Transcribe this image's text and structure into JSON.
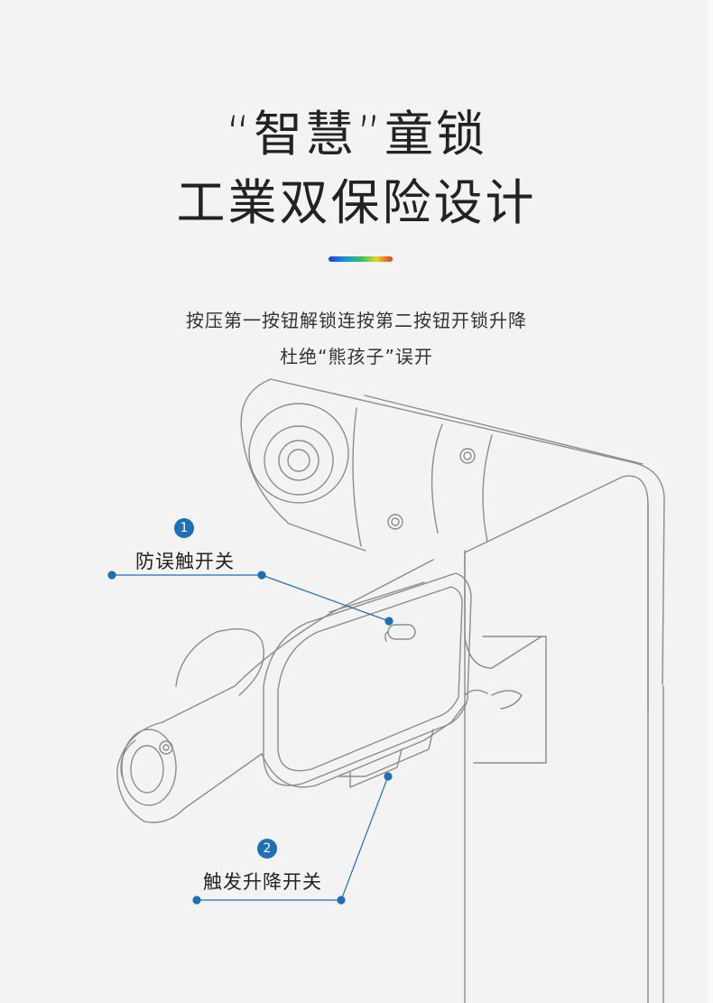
{
  "heading": {
    "line1": "“智慧”童锁",
    "line2": "工業双保险设计"
  },
  "subtitle": {
    "line1": "按压第一按钮解锁连按第二按钮开锁升降",
    "line2": "杜绝“熊孩子”误开"
  },
  "callouts": [
    {
      "number": "1",
      "label": "防误触开关"
    },
    {
      "number": "2",
      "label": "触发升降开关"
    }
  ],
  "colors": {
    "background": "#f3f3f3",
    "accent": "#1e6fb5",
    "text": "#222222"
  }
}
